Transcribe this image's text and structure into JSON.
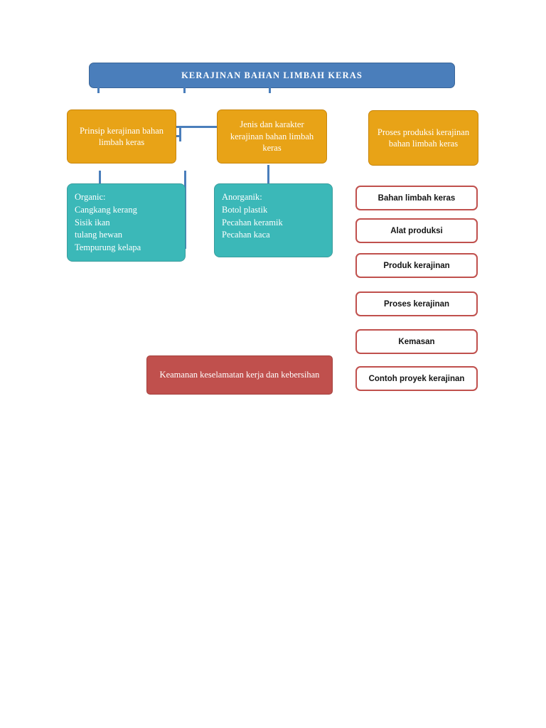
{
  "diagram": {
    "title": "KERAJINAN BAHAN LIMBAH KERAS",
    "colors": {
      "title_bar": "#4A7EBB",
      "orange_node": "#E8A317",
      "teal_node": "#3BB8B8",
      "red_node": "#C0504D",
      "red_outline": "#C0504D",
      "connector": "#4A7EBB",
      "text_light": "#FFFFFF",
      "text_dark": "#141414"
    },
    "branch_nodes": [
      {
        "label": "Prinsip kerajinan bahan limbah keras"
      },
      {
        "label": "Jenis dan karakter kerajinan bahan limbah keras"
      },
      {
        "label": "Proses produksi kerajinan bahan limbah keras"
      }
    ],
    "detail_nodes": [
      {
        "heading": "Organic:",
        "items": [
          "Cangkang kerang",
          "Sisik ikan",
          "tulang hewan",
          "Tempurung kelapa"
        ]
      },
      {
        "heading": "Anorganik:",
        "items": [
          "Botol plastik",
          "Pecahan keramik",
          "Pecahan kaca"
        ]
      }
    ],
    "process_items": [
      {
        "label": "Bahan limbah keras"
      },
      {
        "label": "Alat produksi"
      },
      {
        "label": "Produk kerajinan"
      },
      {
        "label": "Proses kerajinan"
      },
      {
        "label": "Kemasan"
      },
      {
        "label": "Contoh proyek kerajinan"
      }
    ],
    "footer_node": {
      "label": "Keamanan keselamatan kerja dan kebersihan"
    }
  }
}
